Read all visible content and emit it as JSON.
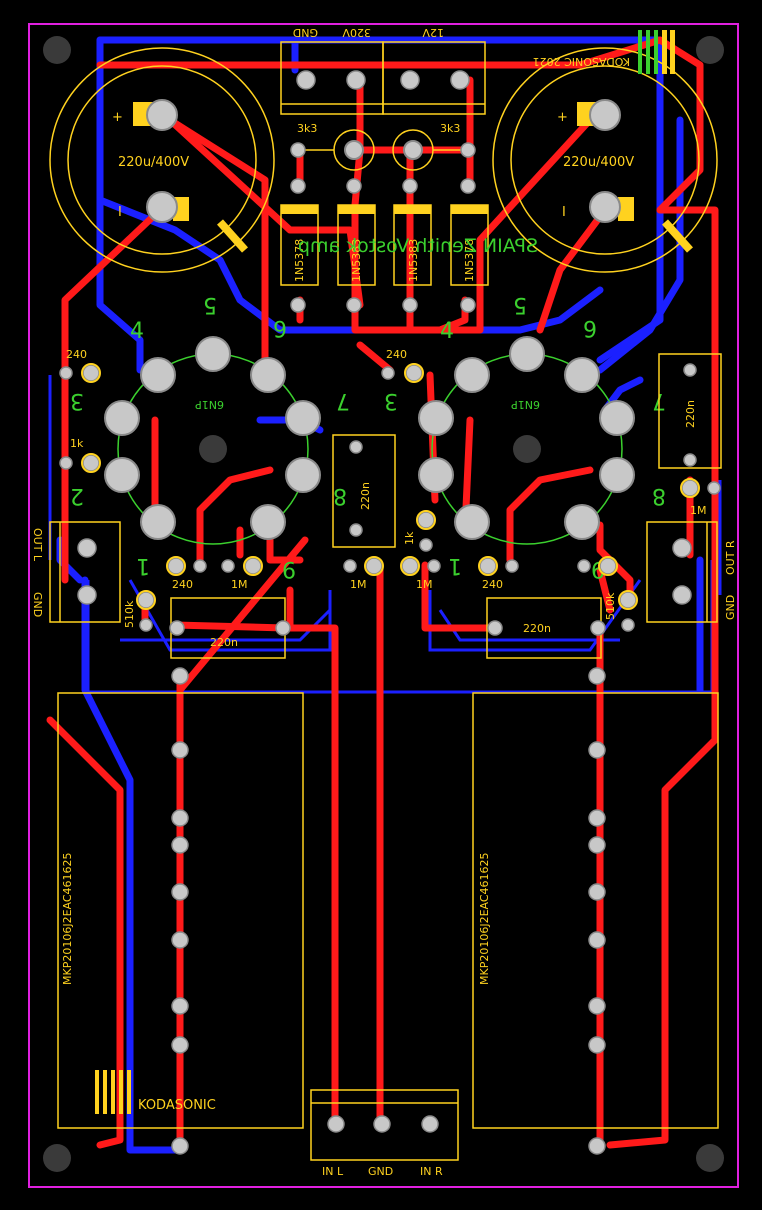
{
  "board": {
    "brand": "KODASONIC",
    "brand_year": "KODASONIC 2021",
    "title_mirrored": "SPAIN Zenith Vostok amp",
    "colors": {
      "top_copper": "#ff1a1a",
      "bottom_copper": "#1b20ff",
      "silkscreen": "#ffd21f",
      "outline": "#e020e0",
      "pads": "#c8c8c8",
      "green": "#3bd02e"
    }
  },
  "connectors": {
    "supply_left": [
      "GND",
      "320V"
    ],
    "supply_right": [
      "12V"
    ],
    "out_left": [
      "OUT L",
      "GND"
    ],
    "out_right": [
      "OUT R",
      "GND"
    ],
    "input": [
      "IN L",
      "GND",
      "IN R"
    ]
  },
  "caps": {
    "electrolytic_left": "220u/400V",
    "electrolytic_right": "220u/400V",
    "film_left": "MKP20106J2EAC461625",
    "film_right": "MKP20106J2EAC461625"
  },
  "resistors": {
    "r1": "3k3",
    "r2": "3k3",
    "r3": "240",
    "r4": "240",
    "r5": "1k",
    "r6": "1k",
    "r7": "1M",
    "r8": "1M",
    "r9": "1M",
    "r10": "1M",
    "r11": "510k",
    "r12": "510k",
    "r13": "240",
    "r14": "240"
  },
  "diodes": [
    "1N5378",
    "1N5383",
    "1N5383",
    "1N5378"
  ],
  "small_caps": {
    "c1": "220n",
    "c2": "220n",
    "c3": "220n",
    "c4": "220n"
  },
  "tubes": {
    "left": "6N1P",
    "right": "6N1P"
  },
  "pin_numbers": [
    "4",
    "5",
    "6",
    "3",
    "7",
    "2",
    "8",
    "1",
    "9"
  ]
}
